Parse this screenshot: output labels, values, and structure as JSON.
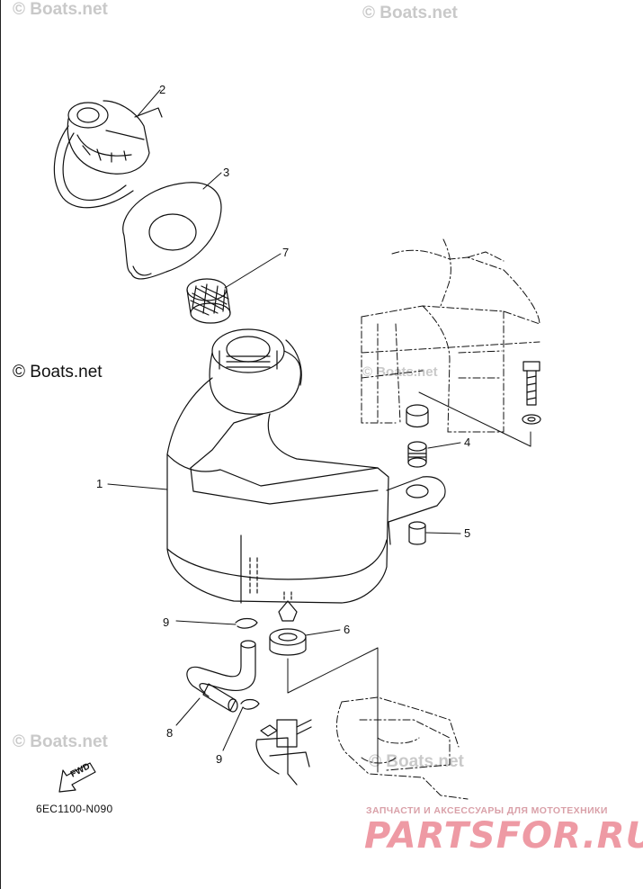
{
  "watermarks": [
    "© Boats.net",
    "© Boats.net",
    "© Boats.net",
    "© Boats.net",
    "© Boats.net"
  ],
  "copyright": "© Boats.net",
  "callouts": {
    "c1": "1",
    "c2": "2",
    "c3": "3",
    "c4": "4",
    "c5": "5",
    "c6": "6",
    "c7": "7",
    "c8": "8",
    "c9a": "9",
    "c9b": "9"
  },
  "fwd_label": "FWD",
  "diagram_code": "6EC1100-N090",
  "brand": {
    "tagline": "ЗАПЧАСТИ И АКСЕССУАРЫ ДЛЯ МОТОТЕХНИКИ",
    "logo": "PARTSFOR.RU"
  },
  "colors": {
    "line": "#111111",
    "watermark": "#c9c9c9",
    "brand": "#ee9aa4"
  }
}
